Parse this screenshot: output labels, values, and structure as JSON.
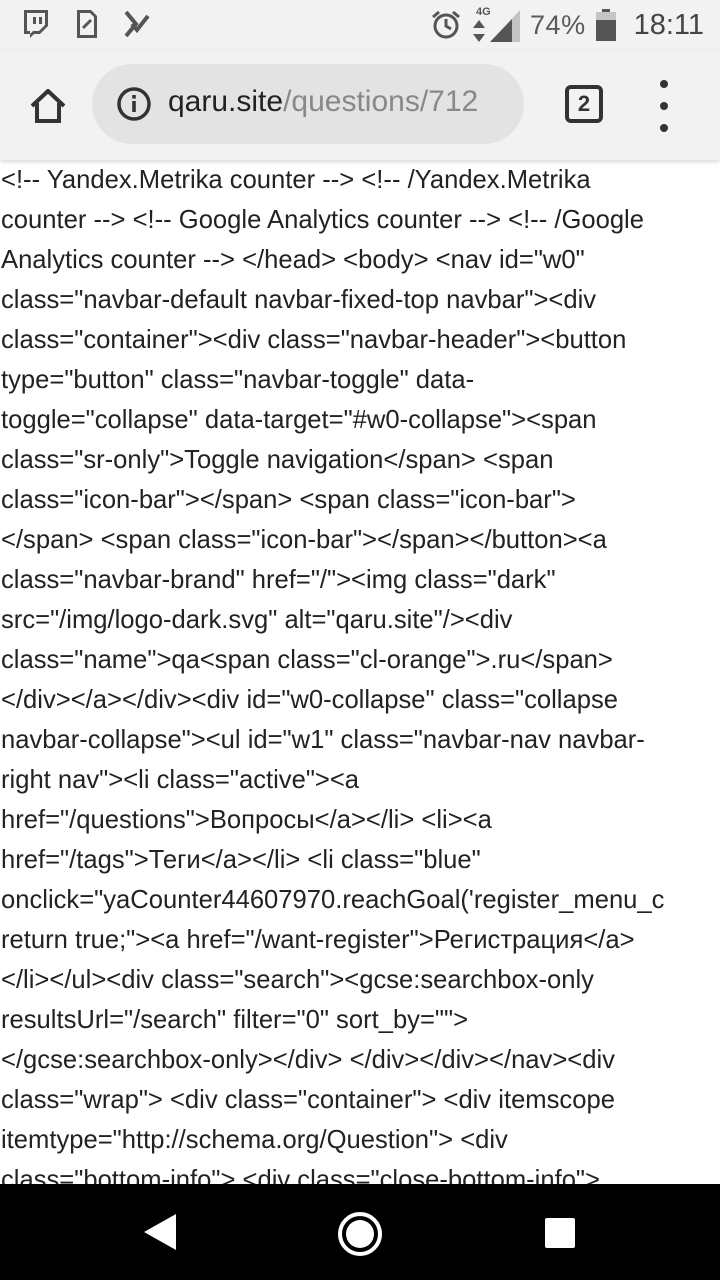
{
  "status_bar": {
    "left_icons": [
      "twitch-icon",
      "sim-card-icon",
      "inbox-check-icon"
    ],
    "right_icons": [
      "alarm-icon",
      "data-arrows-icon",
      "cell-signal-icon",
      "battery-icon"
    ],
    "network_label": "4G",
    "battery_percent": "74%",
    "time": "18:11"
  },
  "browser": {
    "url_host": "qaru.site",
    "url_path": "/questions/712",
    "tab_count": "2",
    "icons": {
      "home": "home-icon",
      "site_info": "info-icon",
      "menu": "more-vert-icon"
    }
  },
  "page": {
    "lines": [
      "<!-- Yandex.Metrika counter --> <!-- /Yandex.Metrika",
      "counter --> <!-- Google Analytics counter --> <!-- /Google",
      "Analytics counter --> </head> <body> <nav id=\"w0\"",
      "class=\"navbar-default navbar-fixed-top navbar\"><div",
      "class=\"container\"><div class=\"navbar-header\"><button",
      "type=\"button\" class=\"navbar-toggle\" data-",
      "toggle=\"collapse\" data-target=\"#w0-collapse\"><span",
      "class=\"sr-only\">Toggle navigation</span> <span",
      "class=\"icon-bar\"></span> <span class=\"icon-bar\">",
      "</span> <span class=\"icon-bar\"></span></button><a",
      "class=\"navbar-brand\" href=\"/\"><img class=\"dark\"",
      "src=\"/img/logo-dark.svg\" alt=\"qaru.site\"/><div",
      "class=\"name\">qa<span class=\"cl-orange\">.ru</span>",
      "</div></a></div><div id=\"w0-collapse\" class=\"collapse",
      "navbar-collapse\"><ul id=\"w1\" class=\"navbar-nav navbar-",
      "right nav\"><li class=\"active\"><a",
      "href=\"/questions\">Вопросы</a></li> <li><a",
      "href=\"/tags\">Теги</a></li> <li class=\"blue\"",
      "onclick=\"yaCounter44607970.reachGoal('register_menu_c",
      "return true;\"><a href=\"/want-register\">Регистрация</a>",
      "</li></ul><div class=\"search\"><gcse:searchbox-only",
      "resultsUrl=\"/search\" filter=\"0\" sort_by=\"\">",
      "</gcse:searchbox-only></div> </div></div></nav><div",
      "class=\"wrap\"> <div class=\"container\"> <div itemscope",
      "itemtype=\"http://schema.org/Question\"> <div",
      "class=\"bottom-info\"> <div class=\"close-bottom-info\">"
    ]
  },
  "nav_bar": {
    "icons": [
      "back-triangle-icon",
      "home-circle-icon",
      "recents-square-icon"
    ]
  }
}
